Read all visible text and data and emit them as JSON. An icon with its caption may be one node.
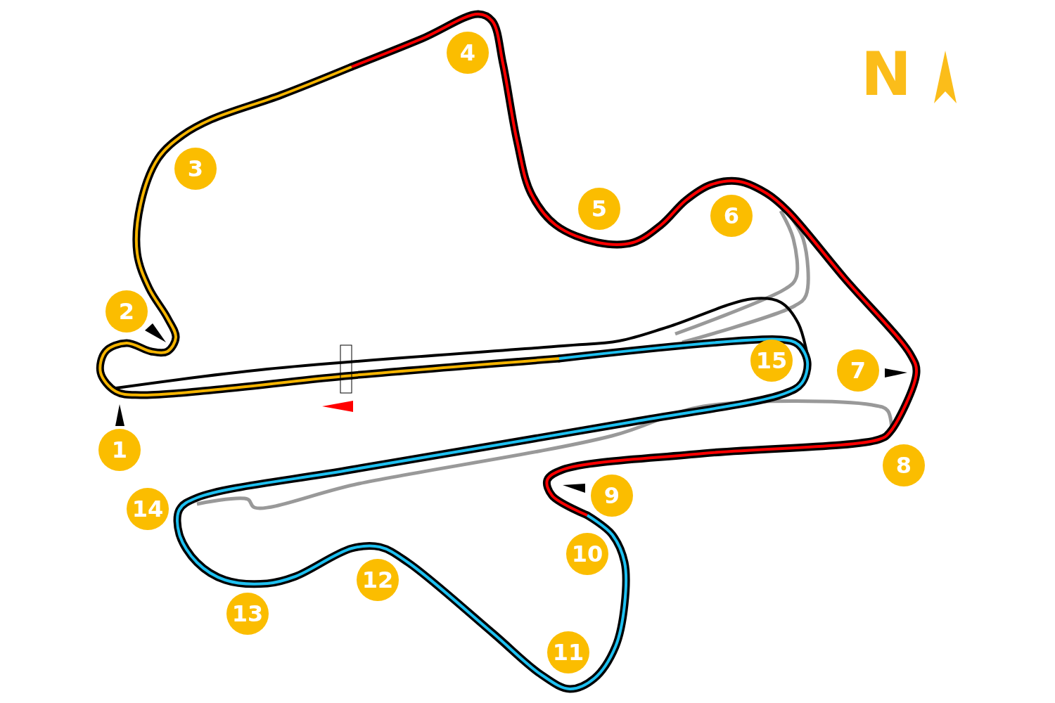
{
  "diagram": {
    "nodes": [
      {
        "text": [
          "1"
        ]
      },
      {
        "text": [
          "2"
        ]
      },
      {
        "text": [
          "3"
        ]
      },
      {
        "text": [
          "4"
        ]
      },
      {
        "text": [
          "5"
        ]
      },
      {
        "text": [
          "6"
        ]
      },
      {
        "text": [
          "7"
        ]
      },
      {
        "text": [
          "8"
        ]
      },
      {
        "text": [
          "9"
        ]
      },
      {
        "text": [
          "10"
        ]
      },
      {
        "text": [
          "11"
        ]
      },
      {
        "text": [
          "12"
        ]
      },
      {
        "text": [
          "13"
        ]
      },
      {
        "text": [
          "14"
        ]
      },
      {
        "text": [
          "15"
        ]
      }
    ],
    "labels": [
      "N"
    ]
  }
}
